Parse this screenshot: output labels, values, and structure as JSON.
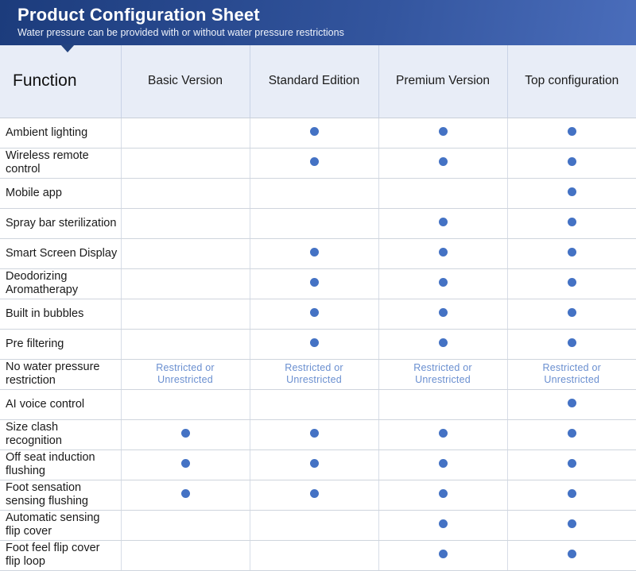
{
  "banner": {
    "title": "Product Configuration Sheet",
    "subtitle": "Water pressure can be provided with or without water pressure restrictions",
    "gradient_start": "#1c3c7c",
    "gradient_end": "#4a6dbb"
  },
  "table": {
    "columns": [
      "Function",
      "Basic Version",
      "Standard Edition",
      "Premium Version",
      "Top configuration"
    ],
    "marker_color": "#4472c4",
    "note_color": "#6a8fd0",
    "note_text_line1": "Restricted  or",
    "note_text_line2": "Unrestricted",
    "rows": [
      {
        "feature": "Ambient lighting",
        "cells": [
          "",
          "dot",
          "dot",
          "dot"
        ]
      },
      {
        "feature": "Wireless remote control",
        "cells": [
          "",
          "dot",
          "dot",
          "dot"
        ]
      },
      {
        "feature": "Mobile app",
        "cells": [
          "",
          "",
          "",
          "dot"
        ]
      },
      {
        "feature": "Spray bar sterilization",
        "cells": [
          "",
          "",
          "dot",
          "dot"
        ]
      },
      {
        "feature": "Smart Screen Display",
        "cells": [
          "",
          "dot",
          "dot",
          "dot"
        ]
      },
      {
        "feature": "Deodorizing Aromatherapy",
        "cells": [
          "",
          "dot",
          "dot",
          "dot"
        ]
      },
      {
        "feature": "Built in bubbles",
        "cells": [
          "",
          "dot",
          "dot",
          "dot"
        ]
      },
      {
        "feature": "Pre filtering",
        "cells": [
          "",
          "dot",
          "dot",
          "dot"
        ]
      },
      {
        "feature": "No water pressure restriction",
        "cells": [
          "note",
          "note",
          "note",
          "note"
        ]
      },
      {
        "feature": "AI voice control",
        "cells": [
          "",
          "",
          "",
          "dot"
        ]
      },
      {
        "feature": "Size clash recognition",
        "cells": [
          "dot",
          "dot",
          "dot",
          "dot"
        ]
      },
      {
        "feature": "Off seat induction flushing",
        "cells": [
          "dot",
          "dot",
          "dot",
          "dot"
        ]
      },
      {
        "feature": "Foot sensation sensing flushing",
        "cells": [
          "dot",
          "dot",
          "dot",
          "dot"
        ]
      },
      {
        "feature": "Automatic sensing flip cover",
        "cells": [
          "",
          "",
          "dot",
          "dot"
        ]
      },
      {
        "feature": "Foot feel flip cover flip loop",
        "cells": [
          "",
          "",
          "dot",
          "dot"
        ]
      }
    ]
  }
}
